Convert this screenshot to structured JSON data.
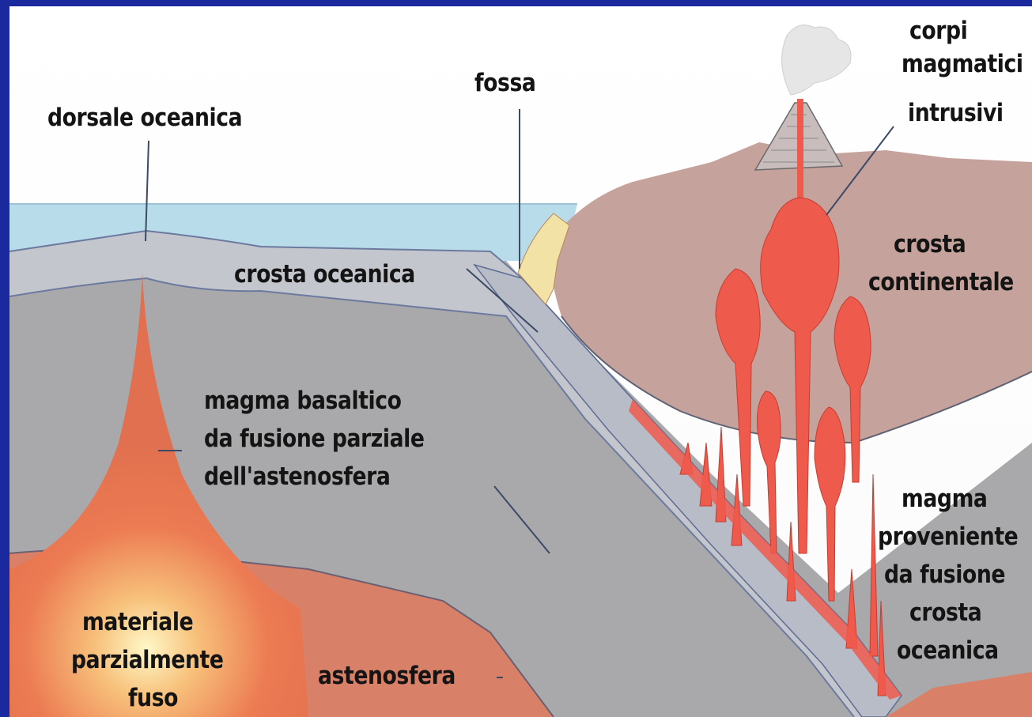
{
  "labels": {
    "dorsale": "dorsale oceanica",
    "fossa": "fossa",
    "corpi_1": "corpi",
    "corpi_2": "magmatici",
    "corpi_3": "intrusivi",
    "crosta_oceanica": "crosta oceanica",
    "crosta_cont_1": "crosta",
    "crosta_cont_2": "continentale",
    "magma_bas_1": "magma basaltico",
    "magma_bas_2": "da fusione parziale",
    "magma_bas_3": "dell'astenosfera",
    "materiale_1": "materiale",
    "materiale_2": "parzialmente",
    "materiale_3": "fuso",
    "astenosfera": "astenosfera",
    "magma_prov_1": "magma",
    "magma_prov_2": "proveniente",
    "magma_prov_3": "da fusione",
    "magma_prov_4": "crosta",
    "magma_prov_5": "oceanica"
  },
  "colors": {
    "frame": "#1a2a9e",
    "sky": "#ffffff",
    "sea": "#b9dcea",
    "oceanic_crust": "#c4c6cd",
    "mantle": "#a9a9ac",
    "asthenosphere": "#d98068",
    "continental_crust": "#c5a29b",
    "magma": "#ee5b4c",
    "sediment": "#f3e2a6"
  }
}
